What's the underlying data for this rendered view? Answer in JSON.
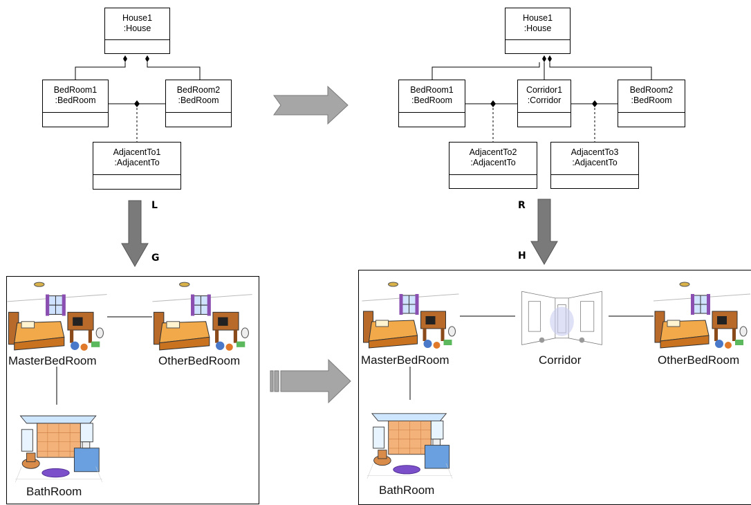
{
  "colors": {
    "arrow_fill": "#a6a6a6",
    "arrow_dark": "#6e6e6e",
    "line": "#000000",
    "rug": "#7b4fc9",
    "wall": "#f3b27a"
  },
  "left_type_graph": {
    "house": [
      "House1",
      ":House"
    ],
    "bedroom1": [
      "BedRoom1",
      ":BedRoom"
    ],
    "bedroom2": [
      "BedRoom2",
      ":BedRoom"
    ],
    "adjacent1": [
      "AdjacentTo1",
      ":AdjacentTo"
    ]
  },
  "right_type_graph": {
    "house": [
      "House1",
      ":House"
    ],
    "bedroom1": [
      "BedRoom1",
      ":BedRoom"
    ],
    "corridor": [
      "Corridor1",
      ":Corridor"
    ],
    "bedroom2": [
      "BedRoom2",
      ":BedRoom"
    ],
    "adjacent2": [
      "AdjacentTo2",
      ":AdjacentTo"
    ],
    "adjacent3": [
      "AdjacentTo3",
      ":AdjacentTo"
    ]
  },
  "labels": {
    "L": "L",
    "G": "G",
    "R": "R",
    "H": "H"
  },
  "graph_G": {
    "master": "MasterBedRoom",
    "other": "OtherBedRoom",
    "bath": "BathRoom"
  },
  "graph_H": {
    "master": "MasterBedRoom",
    "corridor": "Corridor",
    "other": "OtherBedRoom",
    "bath": "BathRoom"
  },
  "icons": [
    "bedroom-illustration-icon",
    "bathroom-illustration-icon",
    "corridor-illustration-icon",
    "right-arrow-icon",
    "down-arrow-icon"
  ]
}
